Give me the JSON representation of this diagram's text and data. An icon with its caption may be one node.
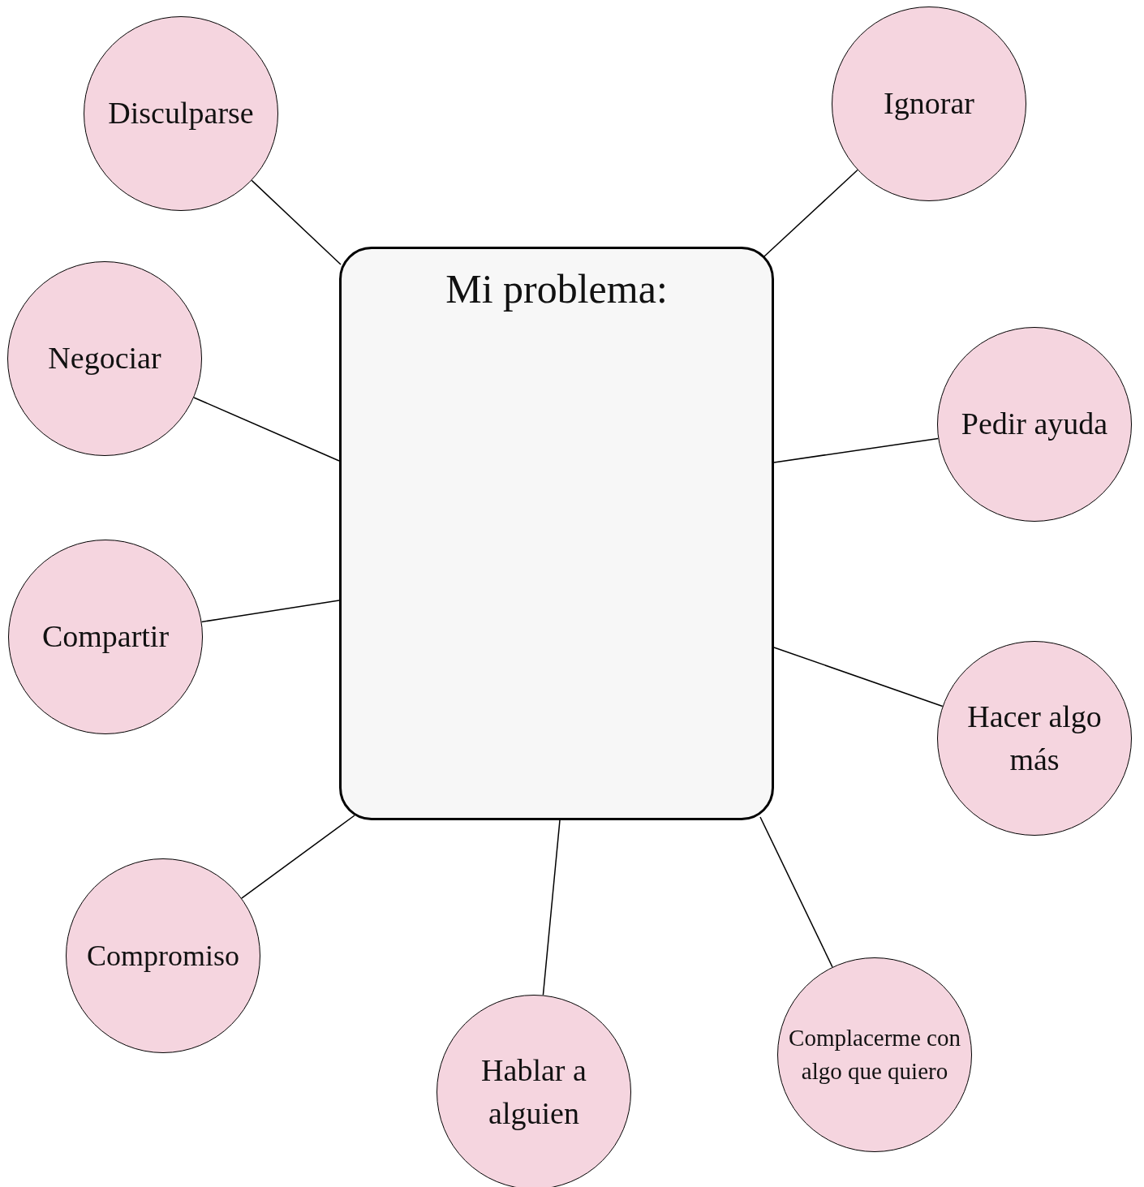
{
  "diagram": {
    "nodes": [
      {
        "text": [
          "Mi problema:"
        ]
      },
      {
        "text": [
          "Disculparse"
        ]
      },
      {
        "text": [
          "Ignorar"
        ]
      },
      {
        "text": [
          "Negociar"
        ]
      },
      {
        "text": [
          "Pedir ayuda"
        ]
      },
      {
        "text": [
          "Compartir"
        ]
      },
      {
        "text": [
          "Hacer algo más"
        ]
      },
      {
        "text": [
          "Compromiso"
        ]
      },
      {
        "text": [
          "Hablar a alguien"
        ]
      },
      {
        "text": [
          "Complacerme con algo que quiero"
        ]
      }
    ],
    "edges": [
      {
        "from": 0,
        "to": 1,
        "arrow": "none"
      },
      {
        "from": 0,
        "to": 2,
        "arrow": "none"
      },
      {
        "from": 0,
        "to": 3,
        "arrow": "none"
      },
      {
        "from": 0,
        "to": 4,
        "arrow": "none"
      },
      {
        "from": 0,
        "to": 5,
        "arrow": "none"
      },
      {
        "from": 0,
        "to": 6,
        "arrow": "none"
      },
      {
        "from": 0,
        "to": 7,
        "arrow": "none"
      },
      {
        "from": 0,
        "to": 8,
        "arrow": "none"
      },
      {
        "from": 0,
        "to": 9,
        "arrow": "none"
      }
    ]
  }
}
